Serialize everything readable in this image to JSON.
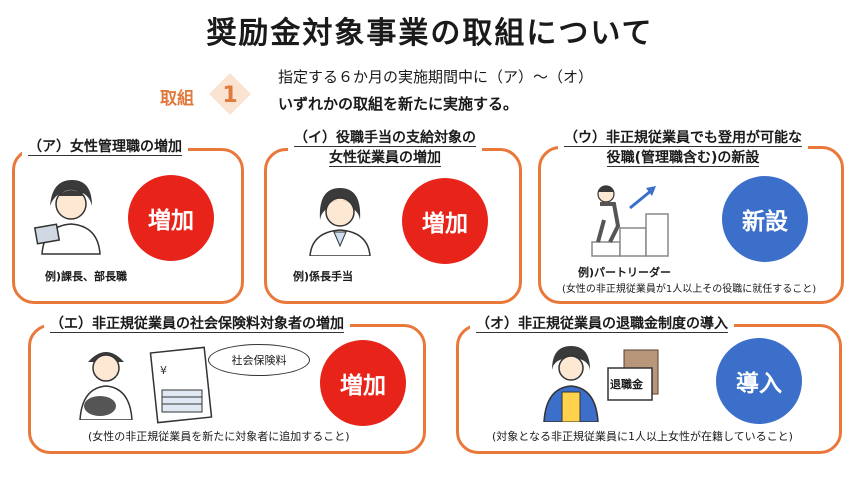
{
  "title": "奨励金対象事業の取組について",
  "torikumi_label": "取組",
  "torikumi_number": "1",
  "intro_line1": "指定する６か月の実施期間中に（ア）～（オ）",
  "intro_line2": "いずれかの取組を新たに実施する。",
  "cards": [
    {
      "title_lines": [
        "（ア）女性管理職の増加"
      ],
      "badge": "増加",
      "example": "例)課長、部長職",
      "note": ""
    },
    {
      "title_lines": [
        "（イ）役職手当の支給対象の",
        "女性従業員の増加"
      ],
      "badge": "増加",
      "example": "例)係長手当",
      "note": ""
    },
    {
      "title_lines": [
        "（ウ）非正規従業員でも登用が可能な",
        "役職(管理職含む)の新設"
      ],
      "badge": "新設",
      "example": "例)パートリーダー",
      "note": "(女性の非正規従業員が1人以上その役職に就任すること)"
    },
    {
      "title_lines": [
        "（エ）非正規従業員の社会保険料対象者の増加"
      ],
      "badge": "増加",
      "bubble": "社会保険料",
      "example": "",
      "note": "(女性の非正規従業員を新たに対象者に追加すること)"
    },
    {
      "title_lines": [
        "（オ）非正規従業員の退職金制度の導入"
      ],
      "badge": "導入",
      "box_label": "退職金",
      "example": "",
      "note": "(対象となる非正規従業員に1人以上女性が在籍していること)"
    }
  ],
  "colors": {
    "accent": "#e9783b",
    "red_badge": "#e8231a",
    "blue_badge": "#3c6fc9"
  }
}
